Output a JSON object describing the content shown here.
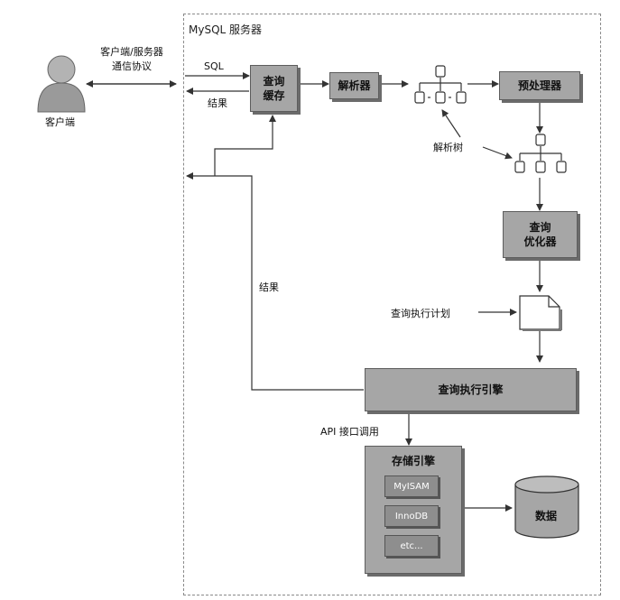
{
  "server": {
    "label": "MySQL 服务器"
  },
  "client": {
    "label": "客户端",
    "protocol_line1": "客户端/服务器",
    "protocol_line2": "通信协议"
  },
  "flow": {
    "sql_label": "SQL",
    "result_label_top": "结果",
    "result_label_side": "结果",
    "parse_tree_label": "解析树",
    "plan_label": "查询执行计划",
    "api_label": "API 接口调用"
  },
  "boxes": {
    "query_cache_line1": "查询",
    "query_cache_line2": "缓存",
    "parser": "解析器",
    "preprocessor": "预处理器",
    "optimizer_line1": "查询",
    "optimizer_line2": "优化器",
    "execution_engine": "查询执行引擎",
    "storage_engine": "存储引擎"
  },
  "storage_engines": [
    "MyISAM",
    "InnoDB",
    "etc..."
  ],
  "data_store": {
    "label": "数据"
  },
  "colors": {
    "box_fill": "#a6a6a6",
    "box_border": "#5d5d5d",
    "line": "#333333"
  }
}
